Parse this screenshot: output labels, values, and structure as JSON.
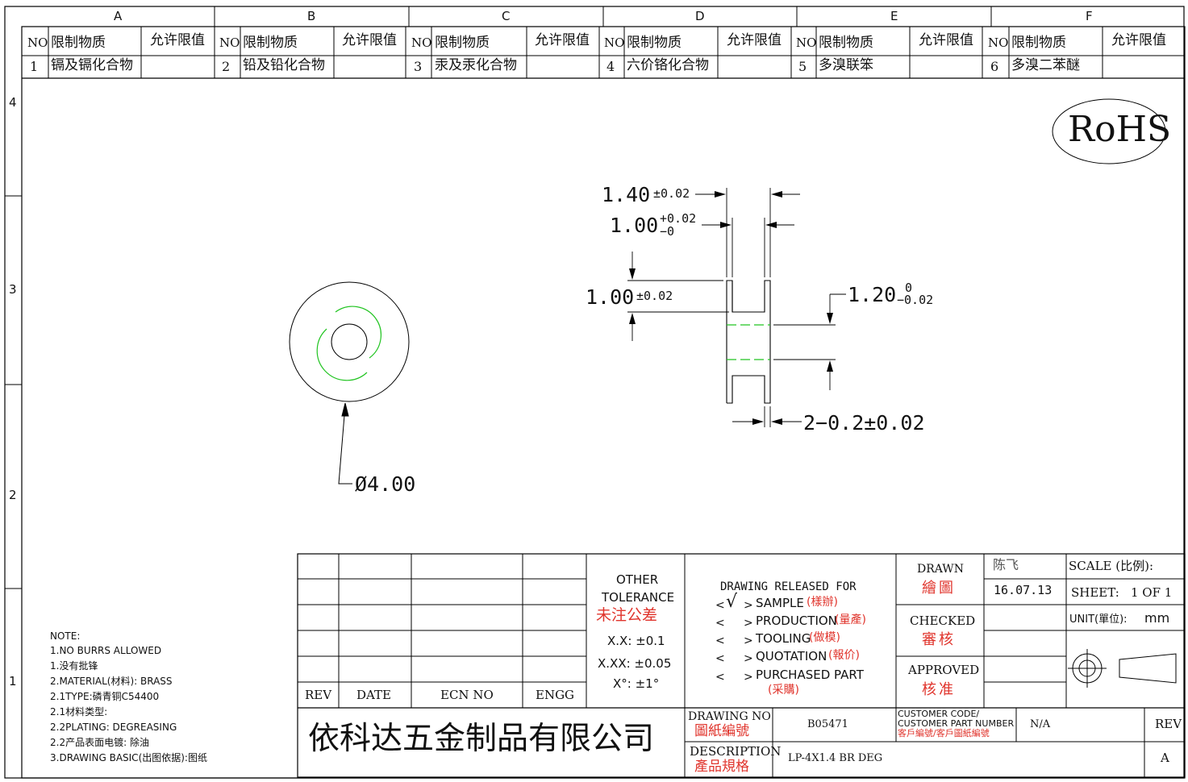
{
  "zones": {
    "columns": [
      "A",
      "B",
      "C",
      "D",
      "E",
      "F"
    ],
    "rows": [
      "4",
      "3",
      "2",
      "1"
    ]
  },
  "restricted_substances": {
    "headers": {
      "no": "NO",
      "substance": "限制物质",
      "limit": "允许限值"
    },
    "items": [
      {
        "no": "1",
        "name": "镉及镉化合物"
      },
      {
        "no": "2",
        "name": "铅及铅化合物"
      },
      {
        "no": "3",
        "name": "汞及汞化合物"
      },
      {
        "no": "4",
        "name": "六价铬化合物"
      },
      {
        "no": "5",
        "name": "多溴联笨"
      },
      {
        "no": "6",
        "name": "多溴二苯醚"
      }
    ]
  },
  "rohs_mark": "RoHS",
  "dimensions": {
    "d1_main": "1.40",
    "d1_tol": "±0.02",
    "d2_main": "1.00",
    "d2_tol_upper": "+0.02",
    "d2_tol_lower": "−0",
    "d3_main": "1.00",
    "d3_tol": "±0.02",
    "d4_main": "1.20",
    "d4_tol_upper": "0",
    "d4_tol_lower": "−0.02",
    "d5_text": "2−0.2±0.02",
    "diameter": "Ø4.00"
  },
  "notes": {
    "title": "NOTE:",
    "lines": [
      "1.NO BURRS ALLOWED",
      "1.没有批锋",
      "2.MATERIAL(材料): BRASS",
      "2.1TYPE:磷青铜C54400",
      "2.1材料类型:",
      "2.2PLATING: DEGREASING",
      "2.2产品表面电镀: 除油",
      "3.DRAWING BASIC(出图依据):图纸"
    ]
  },
  "revision_table": {
    "headers": {
      "rev": "REV",
      "date": "DATE",
      "ecn": "ECN NO",
      "engg": "ENGG"
    }
  },
  "tolerance": {
    "title1": "OTHER",
    "title2": "TOLERANCE",
    "title_cn": "未注公差",
    "x1": "X.X: ±0.1",
    "x2": "X.XX: ±0.05",
    "angle": "X°: ±1°"
  },
  "release": {
    "title": "DRAWING RELEASED FOR",
    "check_mark": "√",
    "options": [
      {
        "en": "SAMPLE",
        "cn": "(樣辦)",
        "checked": true
      },
      {
        "en": "PRODUCTION",
        "cn": "(量產)",
        "checked": false
      },
      {
        "en": "TOOLING",
        "cn": "(做模)",
        "checked": false
      },
      {
        "en": "QUOTATION",
        "cn": "(報价)",
        "checked": false
      },
      {
        "en": "PURCHASED PART",
        "cn": "(采購)",
        "checked": false
      }
    ]
  },
  "signoff": {
    "drawn_label": "DRAWN",
    "drawn_cn": "繪圖",
    "drawn_name": "陈飞",
    "drawn_date": "16.07.13",
    "checked_label": "CHECKED",
    "checked_cn": "審核",
    "approved_label": "APPROVED",
    "approved_cn": "核准"
  },
  "sheet_info": {
    "scale_label": "SCALE (比例):",
    "sheet_label": "SHEET:",
    "sheet_value": "1 OF 1",
    "unit_label": "UNIT(單位):",
    "unit_value": "mm"
  },
  "title_block": {
    "company": "依科达五金制品有限公司",
    "drawing_no_label": "DRAWING NO",
    "drawing_no_cn": "圖紙編號",
    "drawing_no": "B05471",
    "customer_label1": "CUSTOMER CODE/",
    "customer_label2": "CUSTOMER PART NUMBER",
    "customer_cn": "客戶編號/客戶圖紙編號",
    "customer_value": "N/A",
    "rev_label": "REV",
    "rev_value": "A",
    "description_label": "DESCRIPTION",
    "description_cn": "產品規格",
    "description": "LP-4X1.4 BR DEG"
  },
  "colors": {
    "line": "#000000",
    "red": "#e0342c",
    "green": "#21c421"
  }
}
